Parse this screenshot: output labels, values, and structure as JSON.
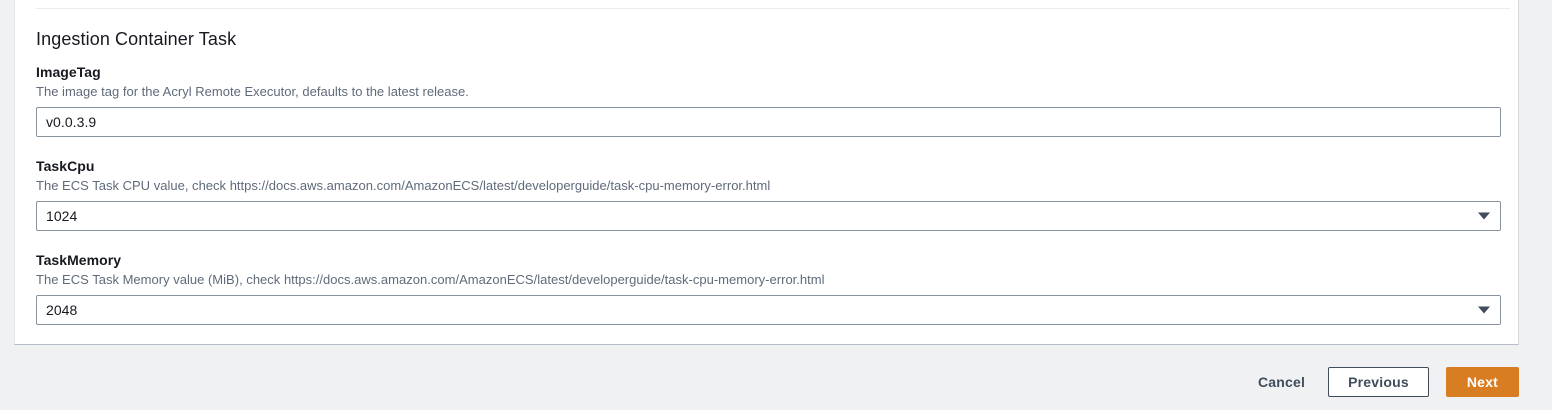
{
  "card": {
    "section_title": "Ingestion Container Task"
  },
  "fields": [
    {
      "name": "image-tag",
      "label": "ImageTag",
      "description": "The image tag for the Acryl Remote Executor, defaults to the latest release.",
      "control": "text",
      "value": "v0.0.3.9"
    },
    {
      "name": "task-cpu",
      "label": "TaskCpu",
      "description": "The ECS Task CPU value, check https://docs.aws.amazon.com/AmazonECS/latest/developerguide/task-cpu-memory-error.html",
      "control": "select",
      "value": "1024",
      "chevron_icon": "chevron-down-icon"
    },
    {
      "name": "task-memory",
      "label": "TaskMemory",
      "description": "The ECS Task Memory value (MiB), check https://docs.aws.amazon.com/AmazonECS/latest/developerguide/task-cpu-memory-error.html",
      "control": "select",
      "value": "2048",
      "chevron_icon": "chevron-down-icon"
    }
  ],
  "footer": {
    "cancel_label": "Cancel",
    "previous_label": "Previous",
    "next_label": "Next"
  },
  "colors": {
    "page_background": "#f0f1f2",
    "card_background": "#ffffff",
    "primary_button": "#d97d22",
    "label_text": "#16191f",
    "description_text": "#5f6b7a",
    "control_border": "#8a949e",
    "chevron": "#414d5c"
  }
}
